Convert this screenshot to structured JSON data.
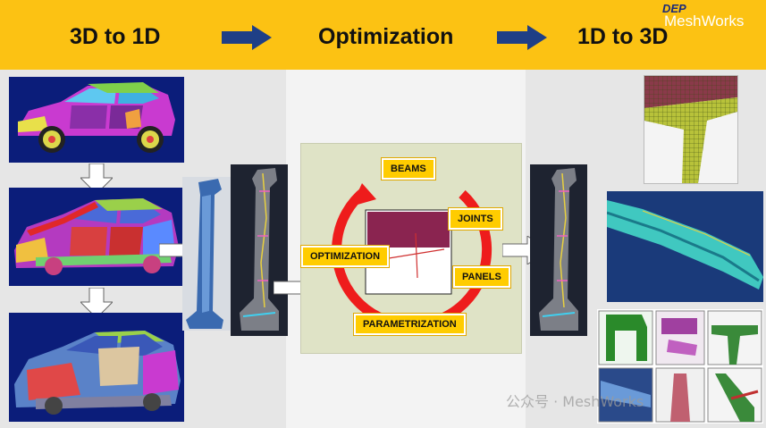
{
  "header": {
    "stage1": "3D to 1D",
    "stage2": "Optimization",
    "stage3": "1D to 3D",
    "logo_top": "DEP",
    "logo_main": "MeshWorks",
    "arrow_icon": "right-arrow-icon"
  },
  "cycle": {
    "labels": {
      "beams": "BEAMS",
      "joints": "JOINTS",
      "panels": "PANELS",
      "parametrization": "PARAMETRIZATION",
      "optimization": "OPTIMIZATION"
    },
    "ring_color": "#ee1c1c"
  },
  "watermark": "公众号 · MeshWorks",
  "colors": {
    "header": "#fcc213",
    "arrow": "#1f3f86",
    "label_bg": "#ffcc00",
    "panel_dark": "#1e2330",
    "car_bg": "#0b1d7a"
  }
}
